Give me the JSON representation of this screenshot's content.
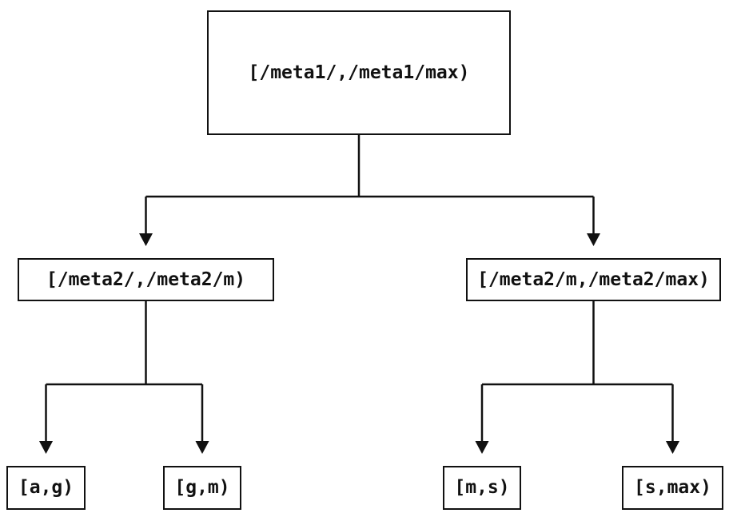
{
  "nodes": {
    "root": {
      "label": "[/meta1/,/meta1/max)"
    },
    "left": {
      "label": "[/meta2/,/meta2/m)"
    },
    "right": {
      "label": "[/meta2/m,/meta2/max)"
    },
    "leaf_ag": {
      "label": "[a,g)"
    },
    "leaf_gm": {
      "label": "[g,m)"
    },
    "leaf_ms": {
      "label": "[m,s)"
    },
    "leaf_smax": {
      "label": "[s,max)"
    }
  },
  "edges": [
    {
      "from": "root",
      "to": "left"
    },
    {
      "from": "root",
      "to": "right"
    },
    {
      "from": "left",
      "to": "leaf_ag"
    },
    {
      "from": "left",
      "to": "leaf_gm"
    },
    {
      "from": "right",
      "to": "leaf_ms"
    },
    {
      "from": "right",
      "to": "leaf_smax"
    }
  ],
  "colors": {
    "line": "#111111",
    "text": "#111111",
    "background": "#ffffff"
  }
}
